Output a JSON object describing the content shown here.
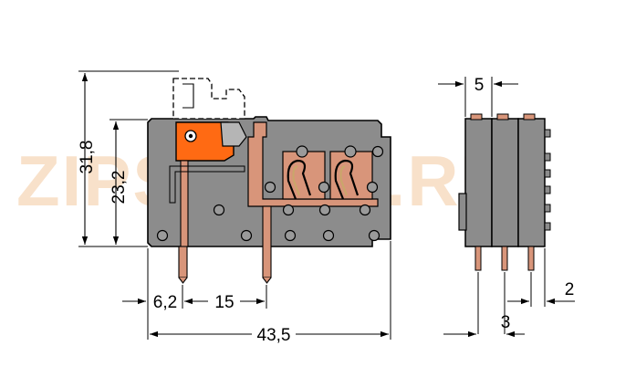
{
  "watermark": "ZIPSTORE.RU",
  "colors": {
    "housing": "#8c8c8c",
    "lever": "#ff6a13",
    "pin": "#d8957a",
    "outline": "#000000",
    "dimension": "#000000"
  },
  "dimensions": {
    "total_height": "31,8",
    "body_height": "23,2",
    "pin_offset": "6,2",
    "pin_pitch": "15",
    "total_width": "43,5",
    "module_width": "5",
    "side_pin_gap": "2",
    "side_pin_span": "3"
  }
}
